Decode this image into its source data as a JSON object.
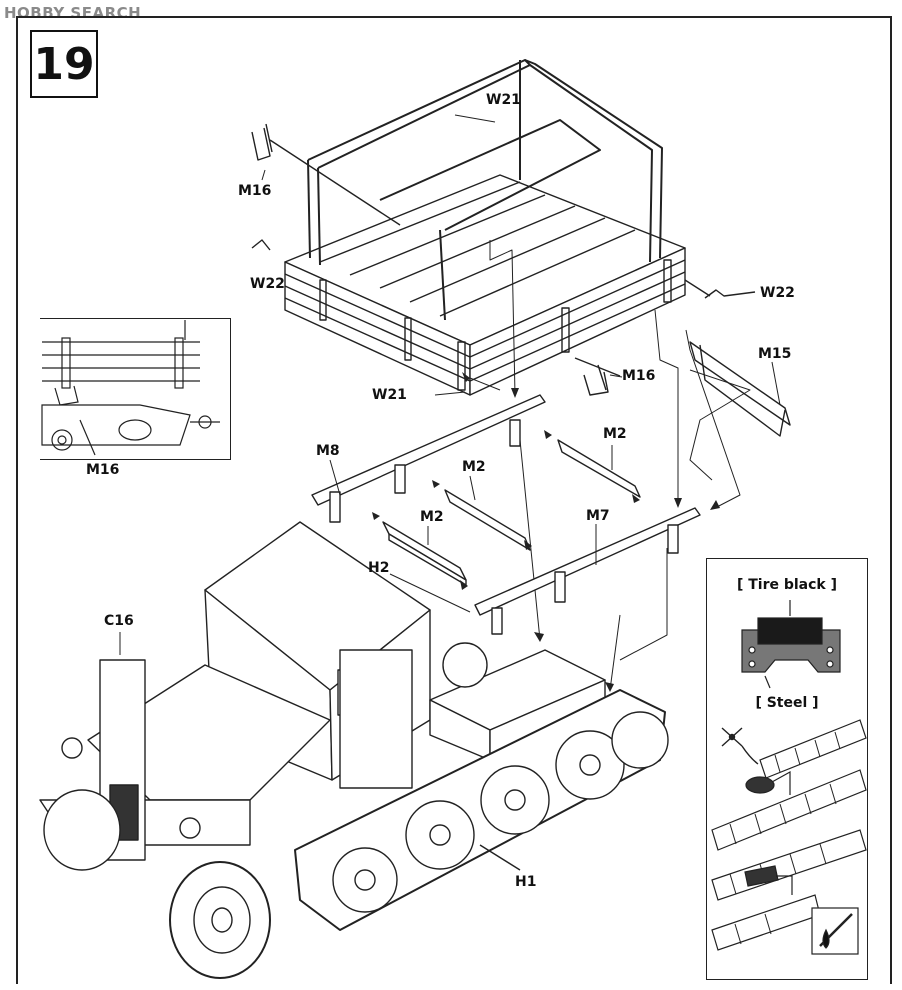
{
  "watermark": "HOBBY SEARCH",
  "step_number": "19",
  "parts": {
    "w21_top": "W21",
    "w21_bottom": "W21",
    "m16_top": "M16",
    "m16_mid": "M16",
    "m16_inset": "M16",
    "w22_left": "W22",
    "w22_right": "W22",
    "m15": "M15",
    "m8": "M8",
    "m2_a": "M2",
    "m2_b": "M2",
    "m2_c": "M2",
    "m7": "M7",
    "h2": "H2",
    "c16": "C16",
    "h1": "H1"
  },
  "paint_legend": {
    "tire_label": "[ Tire black ]",
    "steel_label": "[ Steel ]",
    "colors": {
      "tire_black": "#1a1a1a",
      "steel": "#6a6a6a"
    }
  },
  "icons": [
    "nipper-icon",
    "glue-drop-icon"
  ]
}
